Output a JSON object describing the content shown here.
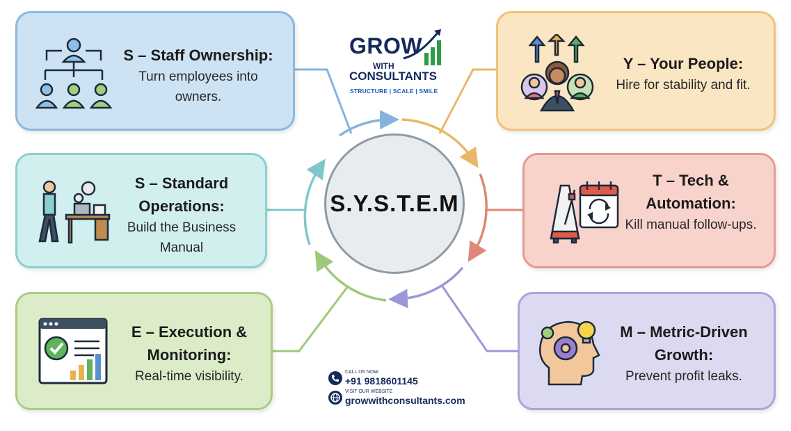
{
  "logo": {
    "line1": "GROW",
    "line2": "WITH",
    "line3": "CONSULTANTS",
    "tagline": "STRUCTURE | SCALE | SMILE"
  },
  "hub": {
    "label": "S.Y.S.T.E.M"
  },
  "nodes": {
    "staff": {
      "title": "S – Staff Ownership:",
      "desc": "Turn employees into owners."
    },
    "standard": {
      "title": "S – Standard Operations:",
      "desc": "Build the Business Manual"
    },
    "execution": {
      "title": "E – Execution & Monitoring:",
      "desc": "Real-time visibility."
    },
    "people": {
      "title": "Y – Your People:",
      "desc": "Hire for stability and fit."
    },
    "tech": {
      "title": "T – Tech & Automation:",
      "desc": "Kill manual follow-ups."
    },
    "metric": {
      "title": "M – Metric-Driven Growth:",
      "desc": "Prevent profit leaks."
    }
  },
  "contact": {
    "call_label": "CALL US NOW",
    "phone": "+91 9818601145",
    "web_label": "VISIT OUR WEBSITE",
    "website": "growwithconsultants.com"
  },
  "colors": {
    "staff": "#8db8de",
    "standard": "#8ccfd0",
    "execution": "#a9cd85",
    "people": "#eec378",
    "tech": "#e59a8d",
    "metric": "#a9a5dc",
    "brand": "#142a5c"
  }
}
